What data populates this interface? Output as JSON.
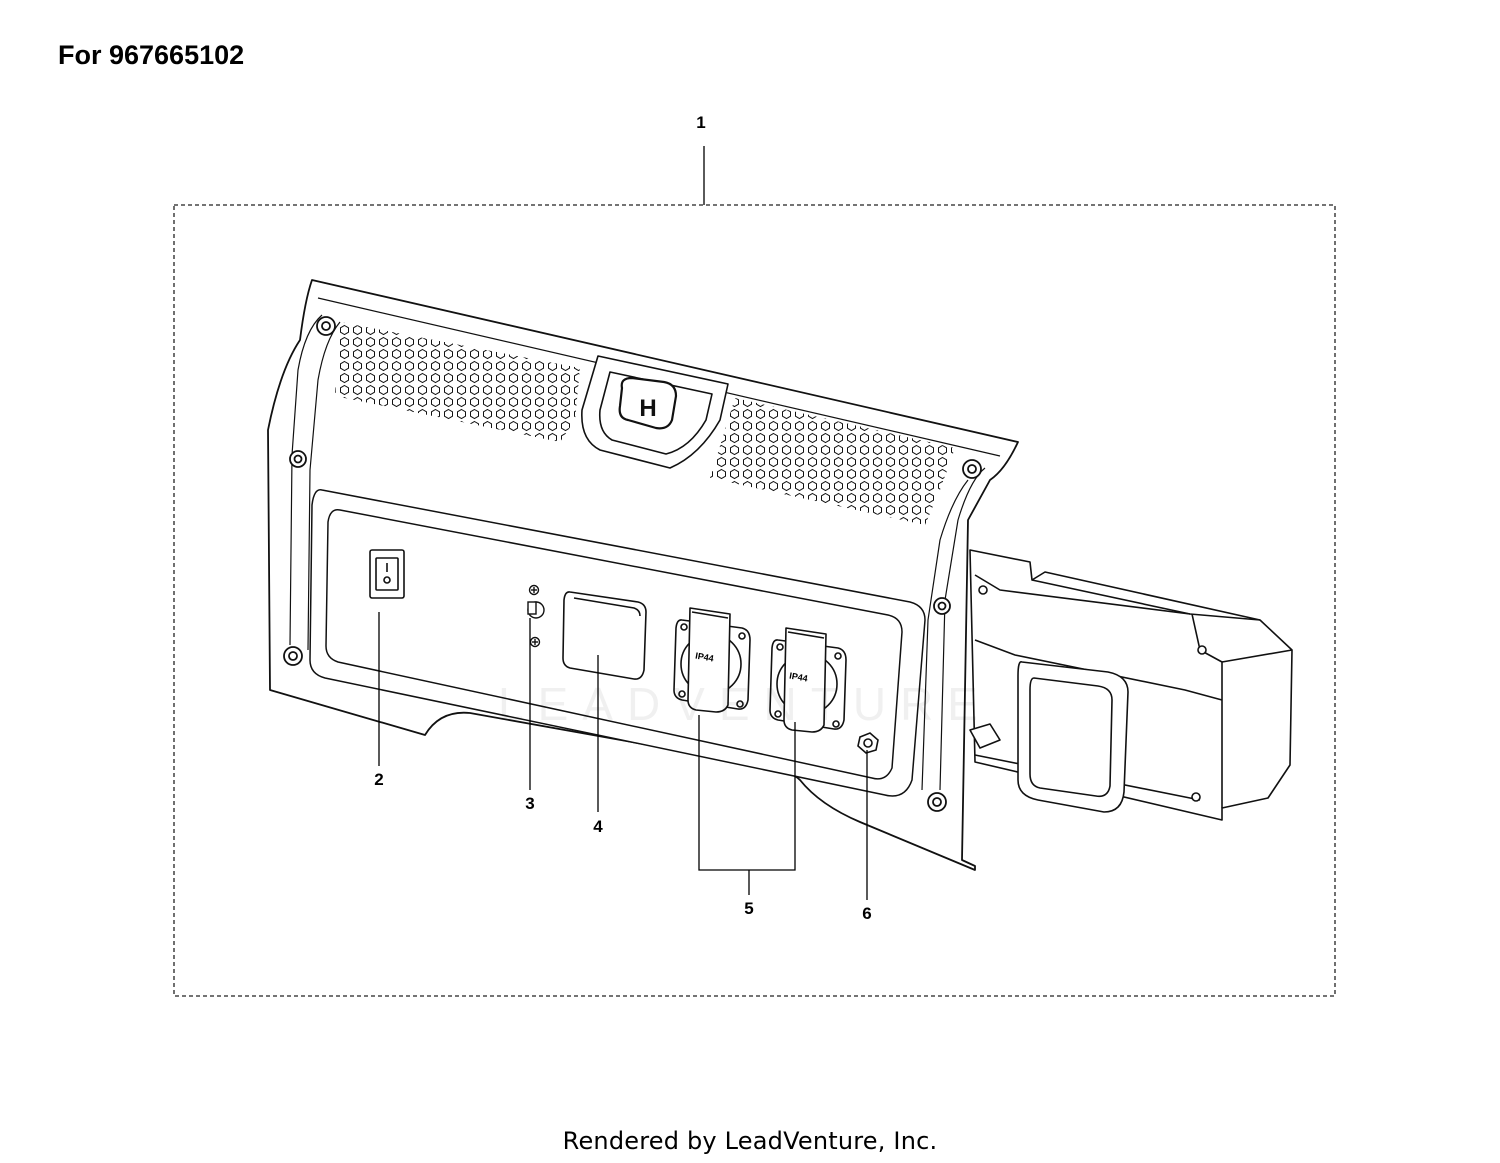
{
  "header": {
    "title": "For 967665102"
  },
  "diagram": {
    "callouts": [
      {
        "id": "1",
        "label": "1"
      },
      {
        "id": "2",
        "label": "2"
      },
      {
        "id": "3",
        "label": "3"
      },
      {
        "id": "4",
        "label": "4"
      },
      {
        "id": "5",
        "label": "5"
      },
      {
        "id": "6",
        "label": "6"
      }
    ],
    "socket_labels": [
      "IP44",
      "IP44"
    ],
    "watermark_text": "LEADVENTURE"
  },
  "footer": {
    "text": "Rendered by LeadVenture, Inc."
  }
}
